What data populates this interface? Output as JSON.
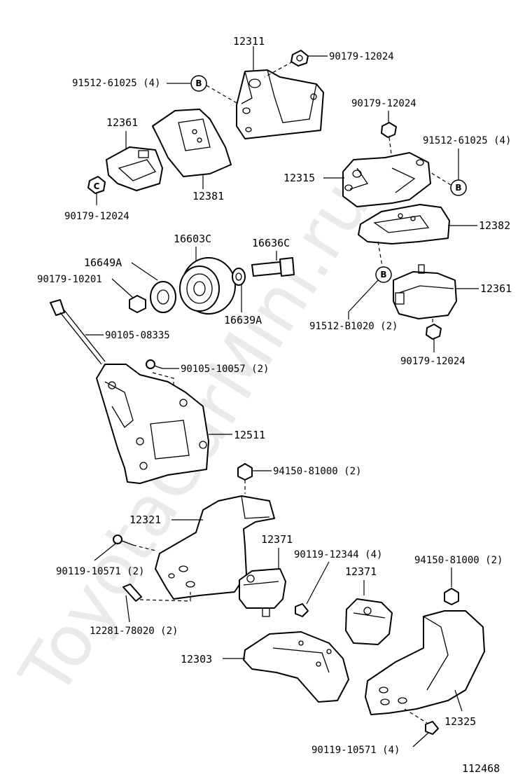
{
  "watermark": "ToyotaCarMini.ru",
  "diagram_id": "112468",
  "callout_symbols": {
    "b": "B",
    "c": "C"
  },
  "labels": {
    "p12311": "12311",
    "p90179_top": "90179-12024",
    "p91512_left": "91512-61025 (4)",
    "p12361_left": "12361",
    "p12381": "12381",
    "p90179_left": "90179-12024",
    "p90179_right_top": "90179-12024",
    "p91512_right": "91512-61025 (4)",
    "p12315": "12315",
    "p12382": "12382",
    "p16603C": "16603C",
    "p16636C": "16636C",
    "p16649A": "16649A",
    "p90179_10201": "90179-10201",
    "p16639A": "16639A",
    "p12361_right": "12361",
    "p91512_B1020": "91512-B1020 (2)",
    "p90179_right_bottom": "90179-12024",
    "p90105_08335": "90105-08335",
    "p90105_10057": "90105-10057 (2)",
    "p12511": "12511",
    "p94150_mid": "94150-81000 (2)",
    "p12321": "12321",
    "p12371_left": "12371",
    "p90119_12344": "90119-12344 (4)",
    "p94150_right": "94150-81000 (2)",
    "p90119_10571_left": "90119-10571 (2)",
    "p12371_right": "12371",
    "p12281_78020": "12281-78020 (2)",
    "p12303": "12303",
    "p12325": "12325",
    "p90119_10571_bottom": "90119-10571 (4)"
  }
}
